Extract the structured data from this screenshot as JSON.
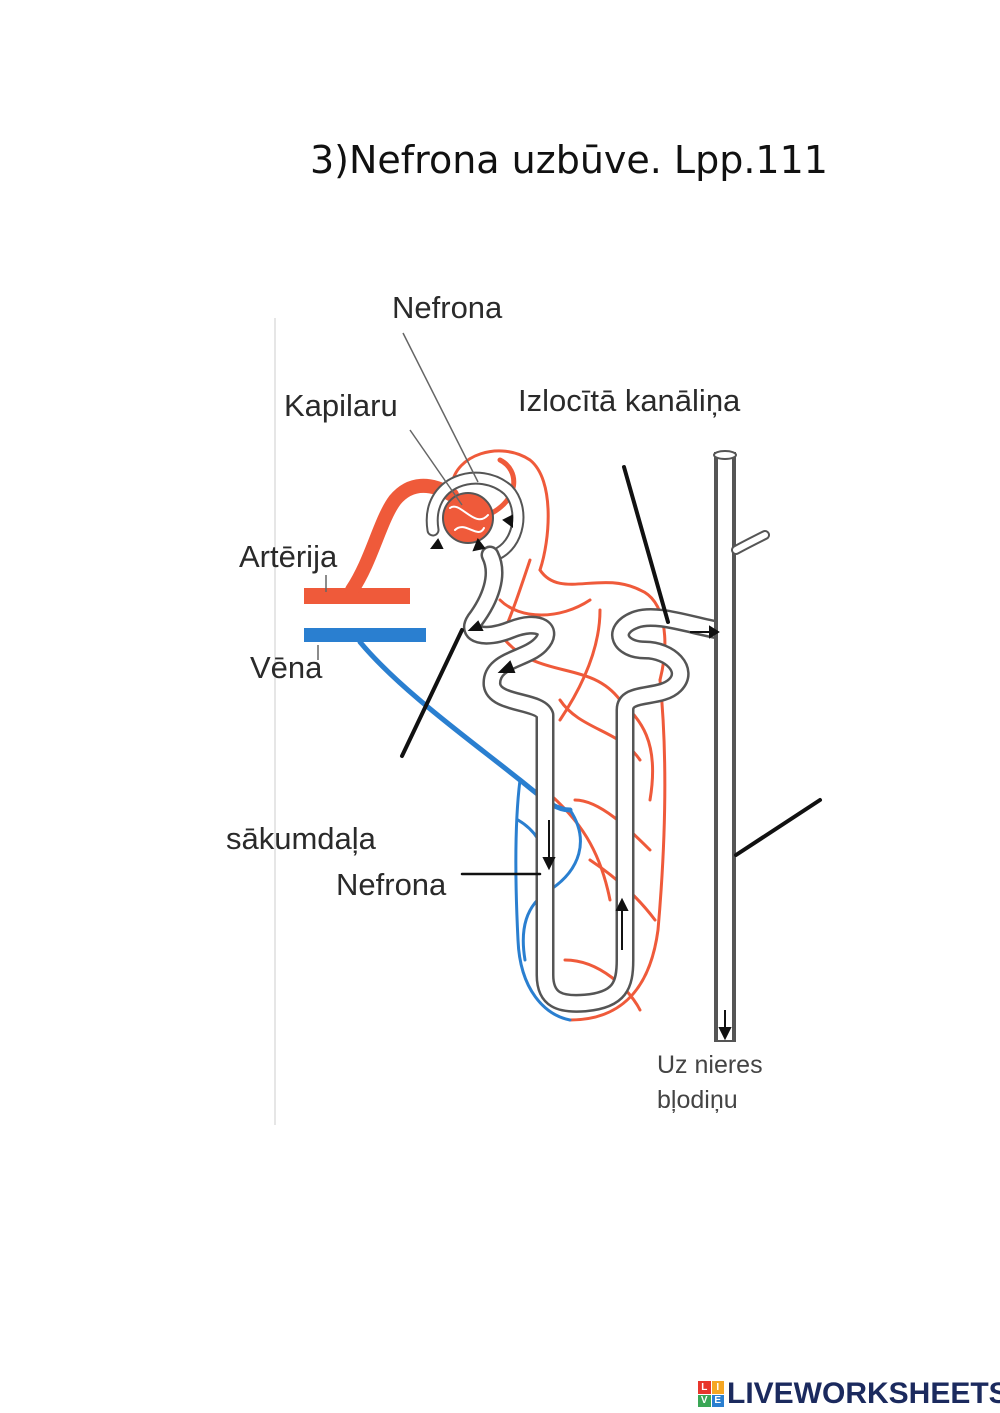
{
  "worksheet": {
    "title": "3)Nefrona uzbūve. Lpp.111"
  },
  "labels": {
    "nefrona_top": "Nefrona",
    "kapilaru": "Kapilaru",
    "izlocita": "Izlocītā kanāliņa",
    "arterija": "Artērija",
    "vena": "Vēna",
    "sakumdala": "sākumdaļa",
    "nefrona_bottom": "Nefrona",
    "uz_nieres_1": "Uz nieres",
    "uz_nieres_2": "bļodiņu"
  },
  "brand": {
    "text": "LIVEWORKSHEETS",
    "logo_letters": [
      "L",
      "I",
      "V",
      "E"
    ]
  },
  "colors": {
    "artery": "#ef5a3a",
    "vein": "#2a7fd0",
    "tubule_outline": "#555555",
    "answer_line": "#111111",
    "brand": "#1b2a5e"
  }
}
